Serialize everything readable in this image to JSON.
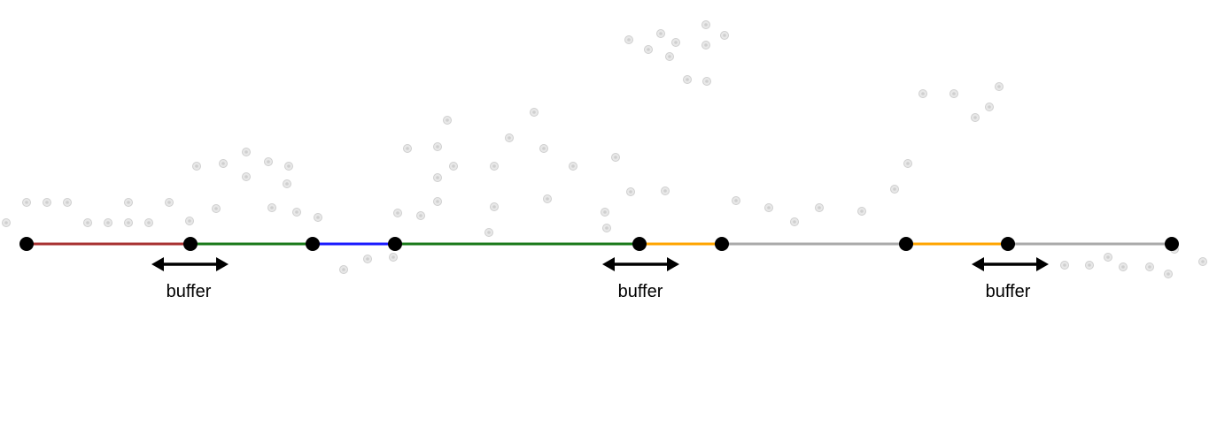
{
  "diagram": {
    "colors": {
      "segment_1": "#a83232",
      "segment_2": "#1a7a1a",
      "segment_3": "#1a1aff",
      "segment_4": "#1a7a1a",
      "segment_5": "#ffa500",
      "segment_6": "#aaaaaa",
      "segment_7": "#ffa500",
      "segment_8": "#aaaaaa",
      "node": "#000000",
      "scatter": "#cfcfcf"
    },
    "segments": [
      {
        "color": "#a83232"
      },
      {
        "color": "#1a7a1a"
      },
      {
        "color": "#1a1aff"
      },
      {
        "color": "#1a7a1a"
      },
      {
        "color": "#ffa500"
      },
      {
        "color": "#aaaaaa"
      },
      {
        "color": "#ffa500"
      },
      {
        "color": "#aaaaaa"
      }
    ],
    "buffer_labels": {
      "first": "buffer",
      "second": "buffer",
      "third": "buffer"
    }
  }
}
